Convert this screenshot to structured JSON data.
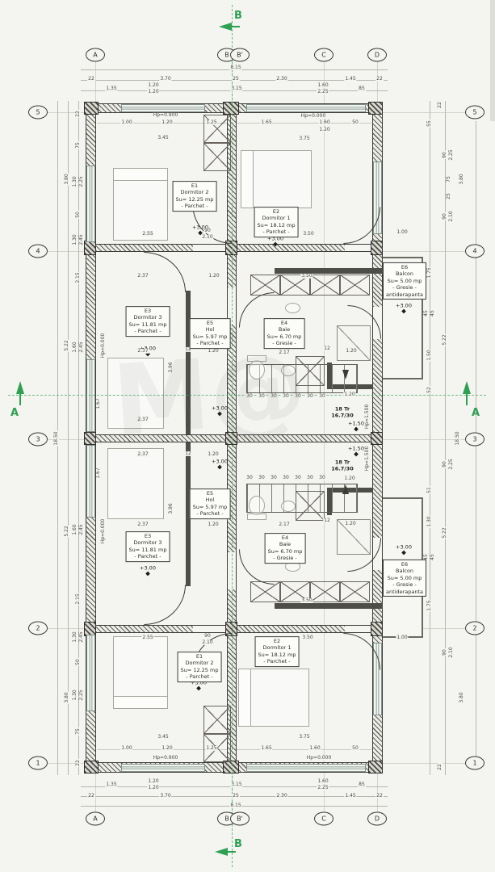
{
  "drawing": {
    "watermark": "M@",
    "sections": {
      "a": "A",
      "b": "B"
    },
    "grid": {
      "cols": {
        "a": "A",
        "b": "B",
        "bp": "B'",
        "c": "C",
        "d": "D"
      },
      "rows": {
        "r5": "5",
        "r4": "4",
        "r3": "3",
        "r2": "2",
        "r1": "1"
      }
    },
    "stairs": {
      "treads": "18 Tr",
      "riser": "16.7/30"
    },
    "levels": {
      "p300": "+3.00",
      "p150": "+1.50"
    },
    "openings": {
      "hp09": "Hp=0.900",
      "hp00": "Hp=0.000",
      "hp15": "Hp=1.500"
    },
    "rooms": {
      "e1": {
        "id": "E1",
        "name": "Dormitor 2",
        "area": "Su= 12.25 mp",
        "finish": "- Parchet -"
      },
      "e2": {
        "id": "E2",
        "name": "Dormitor 1",
        "area": "Su= 18.12 mp",
        "finish": "- Parchet -"
      },
      "e3": {
        "id": "E3",
        "name": "Dormitor 3",
        "area": "Su= 11.81 mp",
        "finish": "- Parchet -"
      },
      "e4": {
        "id": "E4",
        "name": "Baie",
        "area": "Su= 6.70 mp",
        "finish": "- Gresie -"
      },
      "e5": {
        "id": "E5",
        "name": "Hol",
        "area": "Su= 5.97 mp",
        "finish": "- Parchet -"
      },
      "e6": {
        "id": "E6",
        "name": "Balcon",
        "area": "Su= 5.00 mp",
        "finish": "- Gresie -",
        "extra": "antiderapanta"
      }
    },
    "dims": {
      "n12": "12",
      "n22": "22",
      "n25": "25",
      "n30": "30",
      "n45": "45",
      "n50": "50",
      "n51": "51",
      "n52": "52",
      "n55": "55",
      "n75": "75",
      "n85": "85",
      "n90": "90",
      "n100": "1.00",
      "n120": "1.20",
      "n125": "1.25",
      "n130": "1.30",
      "n135": "1.35",
      "n145": "1.45",
      "n150": "1.50",
      "n160": "1.60",
      "n165": "1.65",
      "n167": "1.67",
      "n175": "1.75",
      "n210": "2.10",
      "n215": "2.15",
      "n217": "2.17",
      "n225": "2.25",
      "n230": "2.30",
      "n237": "2.37",
      "n245": "2.45",
      "n255": "2.55",
      "n315": "3.15",
      "n345": "3.45",
      "n350": "3.50",
      "n370": "3.70",
      "n375": "3.75",
      "n380": "3.80",
      "n396": "3.96",
      "n522": "5.22",
      "n815": "8.15",
      "n1850": "18.50"
    }
  }
}
